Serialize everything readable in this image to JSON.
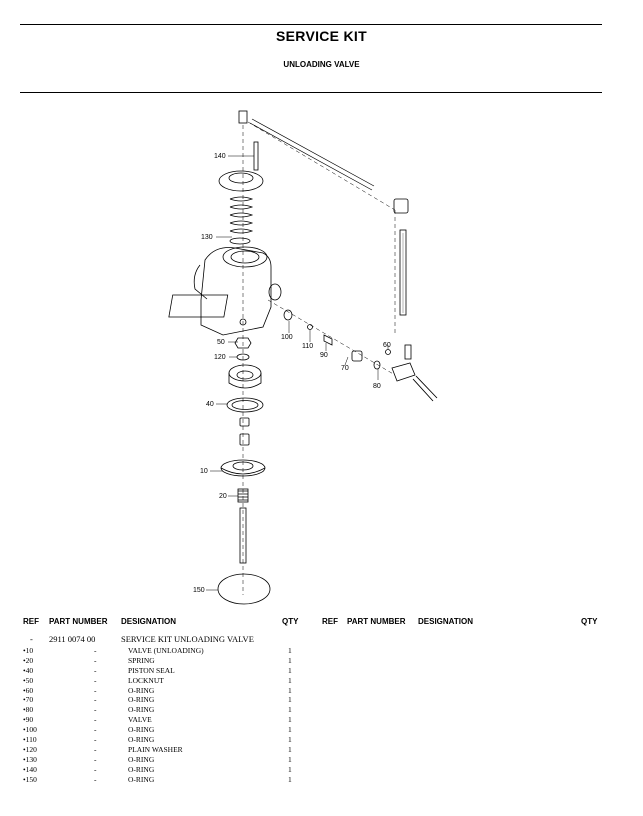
{
  "header": {
    "title": "SERVICE KIT",
    "subtitle": "UNLOADING VALVE"
  },
  "diagram": {
    "callouts": [
      "140",
      "130",
      "50",
      "120",
      "40",
      "10",
      "20",
      "150",
      "100",
      "110",
      "90",
      "70",
      "80",
      "60"
    ]
  },
  "table_headers_left": {
    "ref": "REF",
    "part_number": "PART NUMBER",
    "designation": "DESIGNATION",
    "qty": "QTY"
  },
  "table_headers_right": {
    "ref": "REF",
    "part_number": "PART NUMBER",
    "designation": "DESIGNATION",
    "qty": "QTY"
  },
  "rows": [
    {
      "ref": "-",
      "part_number": "2911 0074 00",
      "designation": "SERVICE KIT UNLOADING VALVE",
      "qty": ""
    },
    {
      "ref": "•10",
      "part_number": "-",
      "designation": "VALVE (UNLOADING)",
      "qty": "1"
    },
    {
      "ref": "•20",
      "part_number": "-",
      "designation": "SPRING",
      "qty": "1"
    },
    {
      "ref": "•40",
      "part_number": "-",
      "designation": "PISTON SEAL",
      "qty": "1"
    },
    {
      "ref": "•50",
      "part_number": "-",
      "designation": "LOCKNUT",
      "qty": "1"
    },
    {
      "ref": "•60",
      "part_number": "-",
      "designation": "O-RING",
      "qty": "1"
    },
    {
      "ref": "•70",
      "part_number": "-",
      "designation": "O-RING",
      "qty": "1"
    },
    {
      "ref": "•80",
      "part_number": "-",
      "designation": "O-RING",
      "qty": "1"
    },
    {
      "ref": "•90",
      "part_number": "-",
      "designation": "VALVE",
      "qty": "1"
    },
    {
      "ref": "•100",
      "part_number": "-",
      "designation": "O-RING",
      "qty": "1"
    },
    {
      "ref": "•110",
      "part_number": "-",
      "designation": "O-RING",
      "qty": "1"
    },
    {
      "ref": "•120",
      "part_number": "-",
      "designation": "PLAIN WASHER",
      "qty": "1"
    },
    {
      "ref": "•130",
      "part_number": "-",
      "designation": "O-RING",
      "qty": "1"
    },
    {
      "ref": "•140",
      "part_number": "-",
      "designation": "O-RING",
      "qty": "1"
    },
    {
      "ref": "•150",
      "part_number": "-",
      "designation": "O-RING",
      "qty": "1"
    }
  ]
}
